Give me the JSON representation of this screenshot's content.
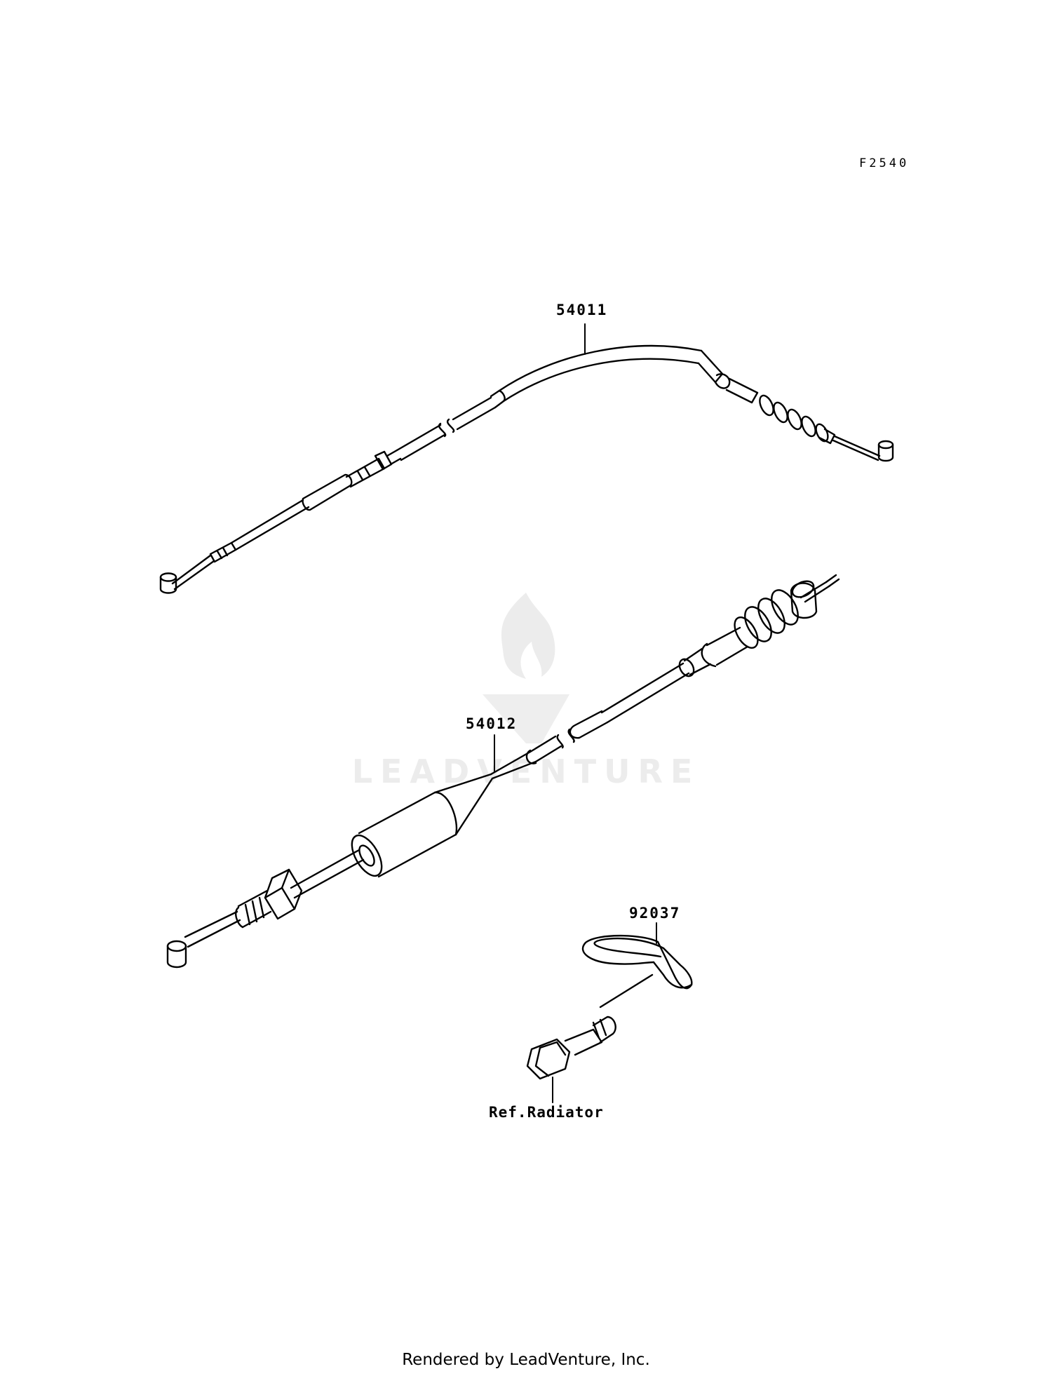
{
  "figure_code": "F2540",
  "parts": [
    {
      "number": "54011",
      "item": "clutch-cable"
    },
    {
      "number": "54012",
      "item": "throttle-cable"
    },
    {
      "number": "92037",
      "item": "clamp"
    }
  ],
  "reference_label": "Ref.Radiator",
  "watermark": {
    "text": "LEADVENTURE",
    "icon": "flame-v-logo"
  },
  "footer": "Rendered by LeadVenture, Inc.",
  "colors": {
    "line": "#000000",
    "background": "#ffffff",
    "watermark": "#ececec"
  }
}
